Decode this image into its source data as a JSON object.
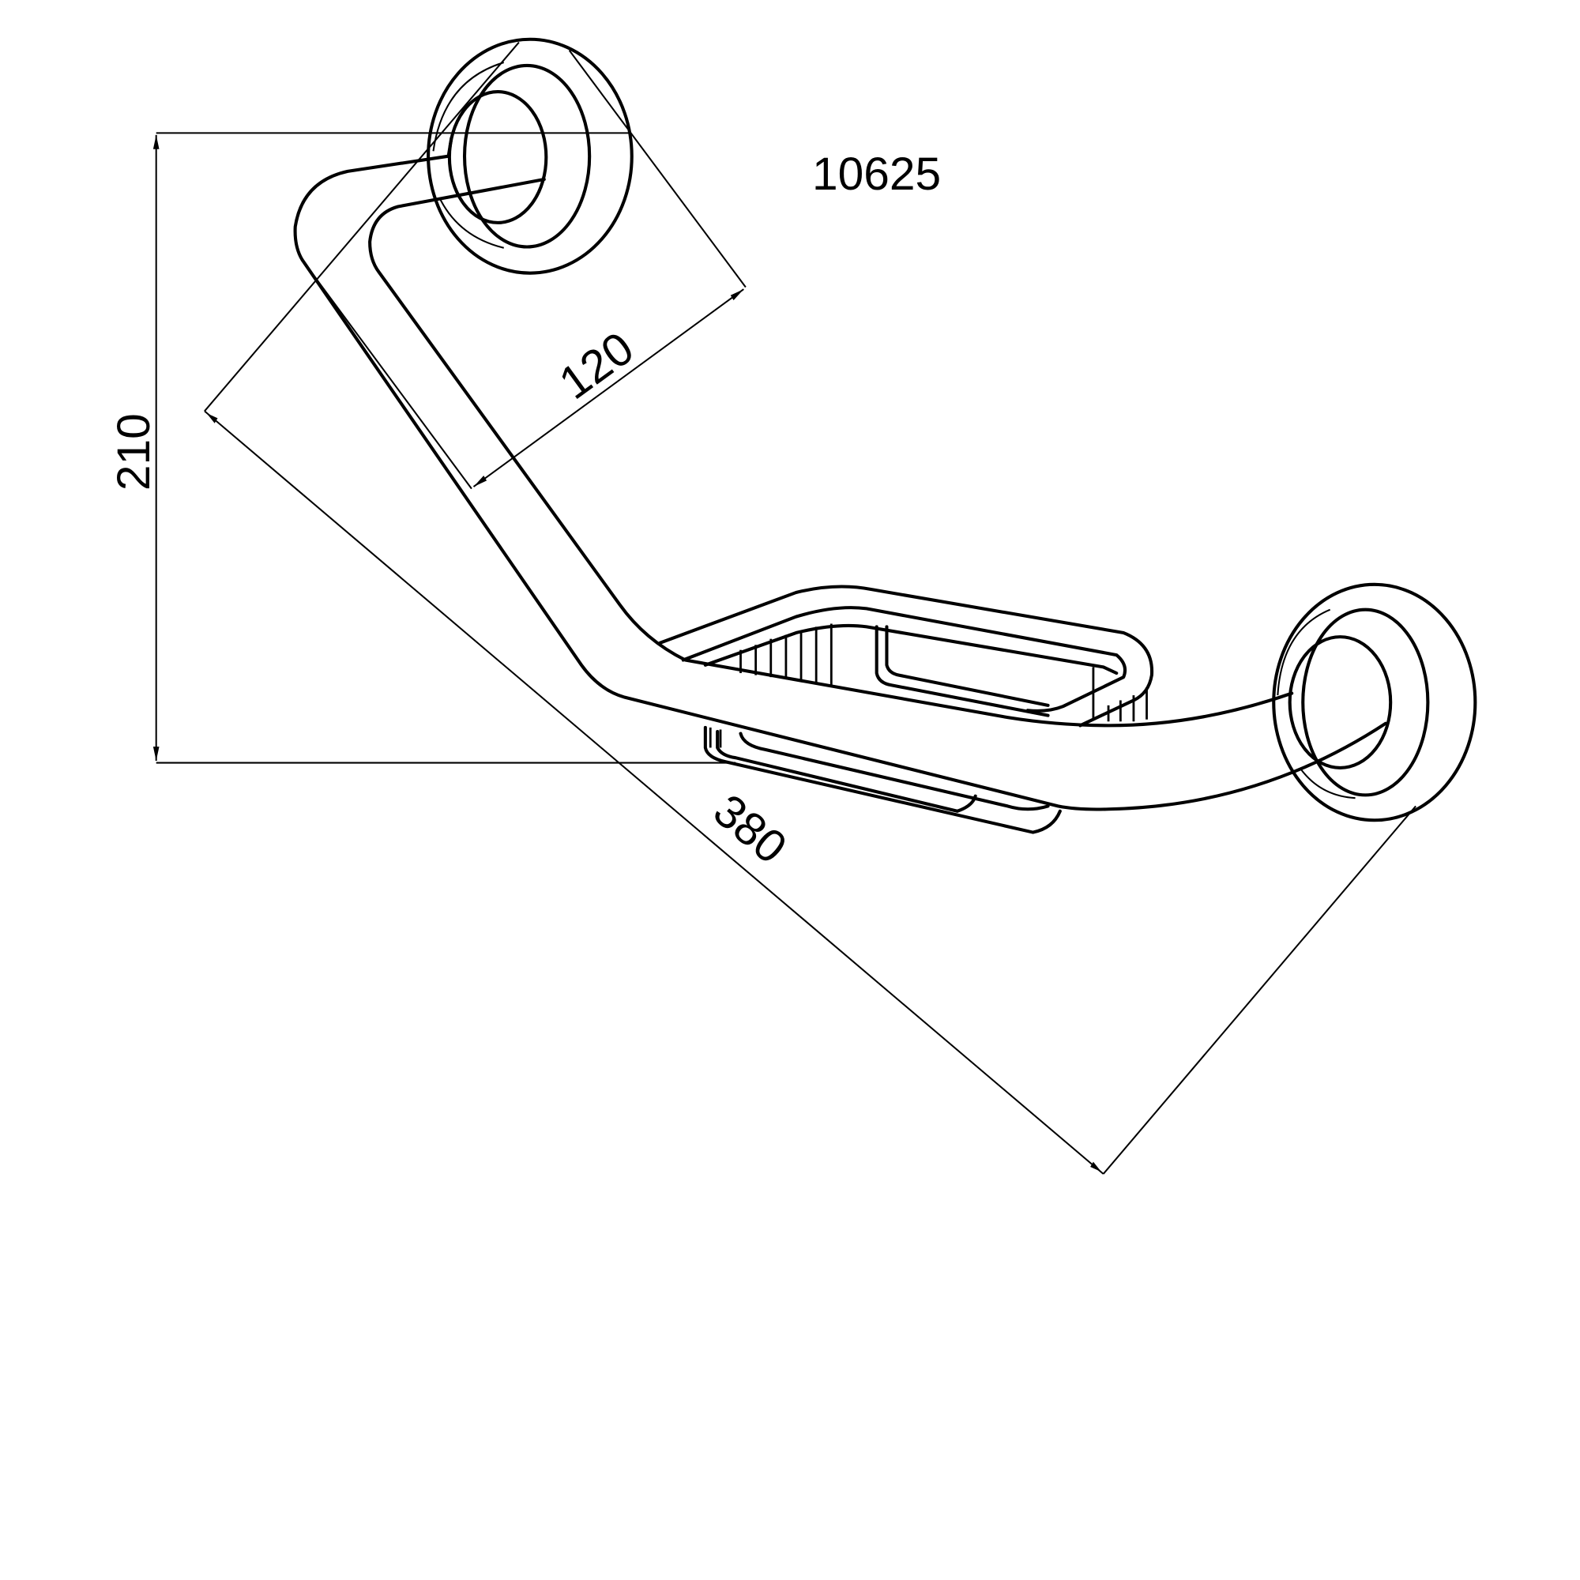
{
  "drawing": {
    "product_code": "10625",
    "dimensions": {
      "height": "210",
      "depth": "120",
      "length": "380"
    }
  }
}
